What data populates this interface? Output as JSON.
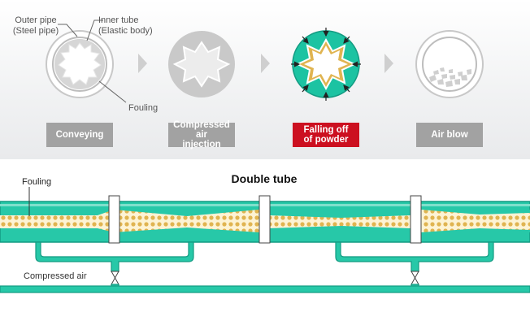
{
  "labels": {
    "outer_pipe": [
      "Outer pipe",
      "(Steel pipe)"
    ],
    "inner_tube": [
      "Inner tube",
      "(Elastic body)"
    ],
    "fouling_top": "Fouling",
    "fouling_bottom": "Fouling",
    "compressed_air": "Compressed air",
    "title": "Double tube"
  },
  "stages": [
    {
      "lines": [
        "Conveying"
      ],
      "active": false
    },
    {
      "lines": [
        "Compressed air",
        "injection"
      ],
      "active": false
    },
    {
      "lines": [
        "Falling off",
        "of powder"
      ],
      "active": true
    },
    {
      "lines": [
        "Air blow"
      ],
      "active": false
    }
  ],
  "colors": {
    "teal": "#27c8a8",
    "teal_dark": "#139b82",
    "powder": "#e0b450",
    "active_red": "#cc1020",
    "inactive_gray": "#a2a2a2"
  }
}
